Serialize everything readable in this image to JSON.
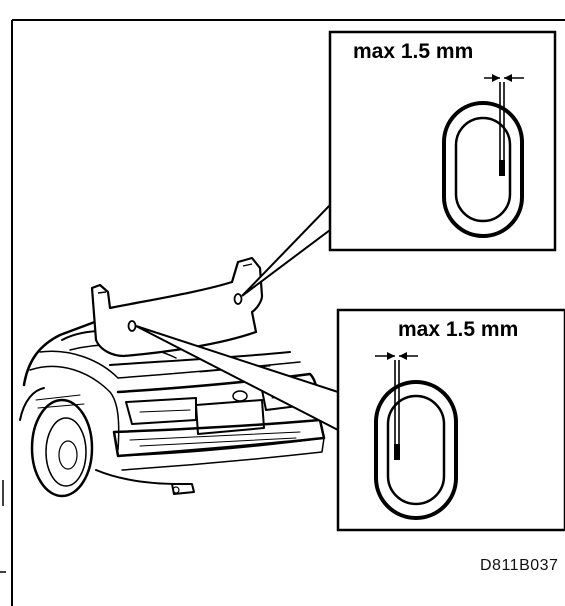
{
  "callouts": [
    {
      "label": "max 1.5 mm",
      "target": "right seal hole on rear panel"
    },
    {
      "label": "max 1.5 mm",
      "target": "left seal hole on rear panel"
    }
  ],
  "figure_code": "D811B037",
  "colors": {
    "ink": "#000000",
    "paper": "#ffffff"
  }
}
